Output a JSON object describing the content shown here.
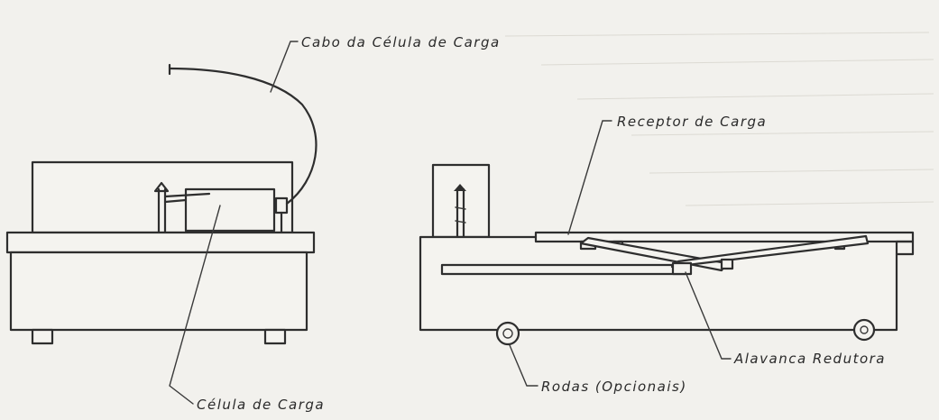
{
  "labels": {
    "cable": "Cabo da Célula de Carga",
    "load_cell": "Célula de Carga",
    "load_receiver": "Receptor de Carga",
    "reducing_lever": "Alavanca Redutora",
    "wheels": "Rodas (Opcionais)"
  }
}
